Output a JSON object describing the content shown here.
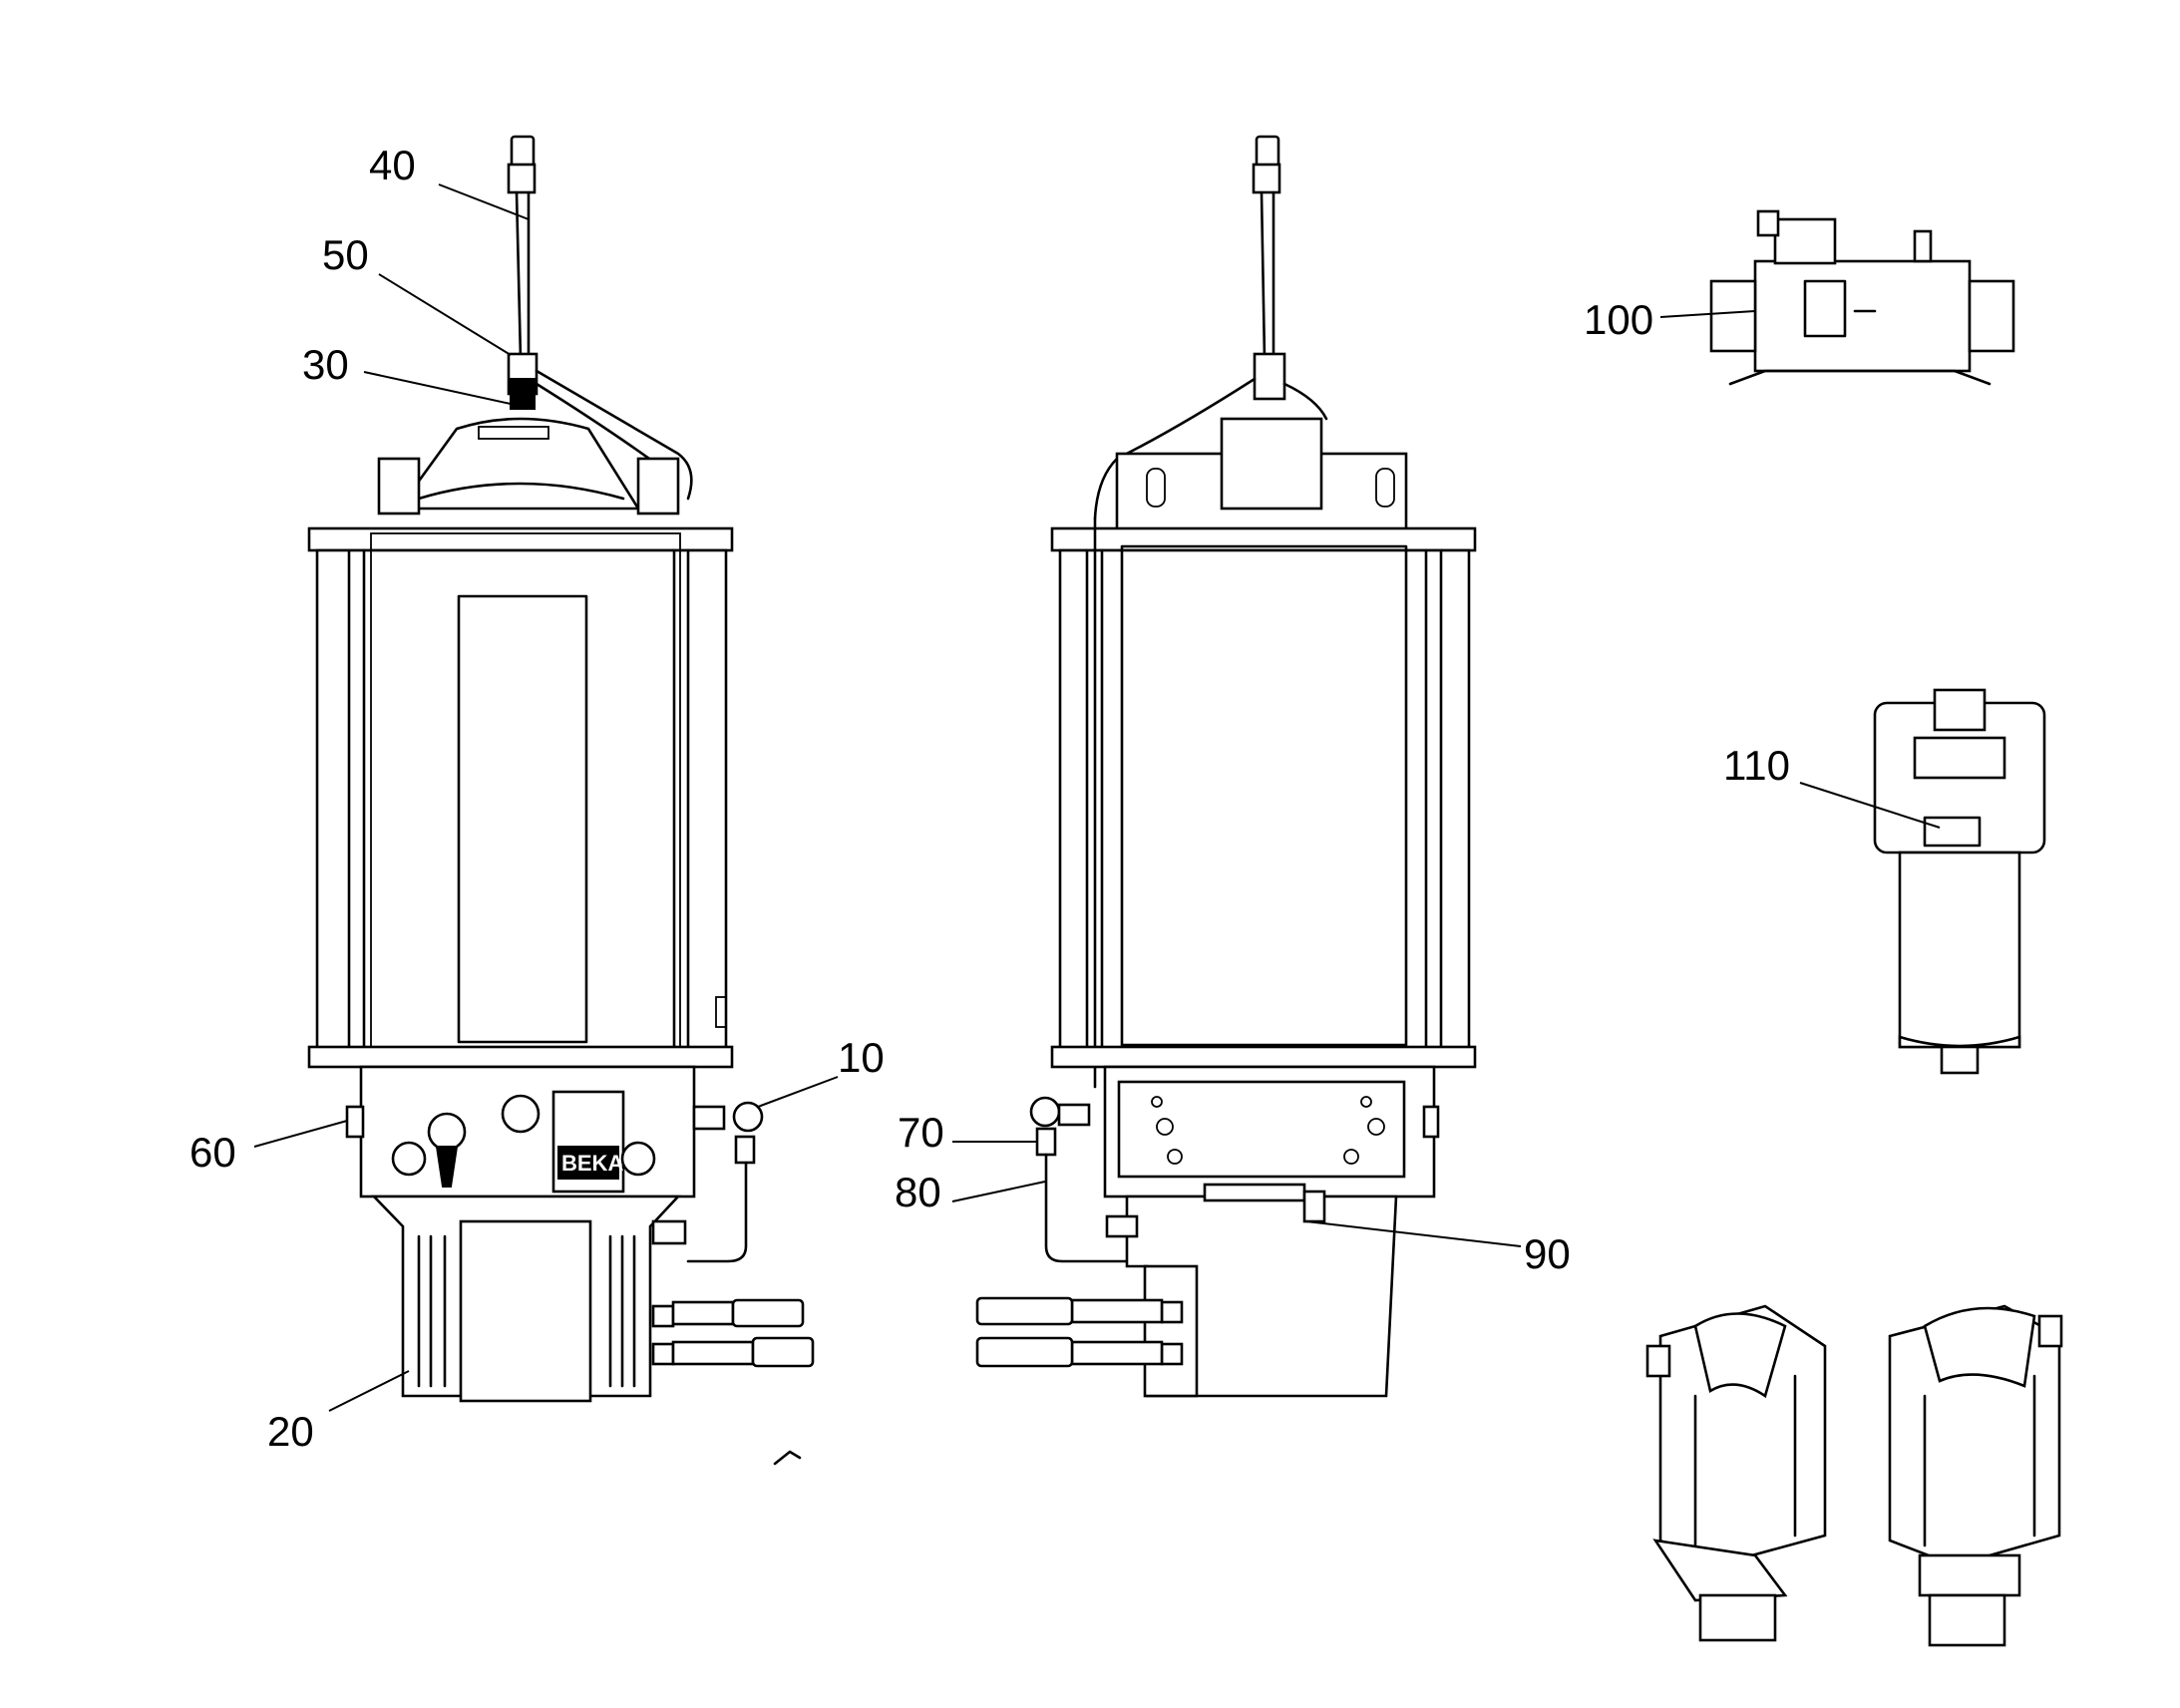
{
  "callouts": [
    {
      "id": "c40",
      "text": "40"
    },
    {
      "id": "c50",
      "text": "50"
    },
    {
      "id": "c30",
      "text": "30"
    },
    {
      "id": "c10",
      "text": "10"
    },
    {
      "id": "c60",
      "text": "60"
    },
    {
      "id": "c20",
      "text": "20"
    },
    {
      "id": "c70",
      "text": "70"
    },
    {
      "id": "c80",
      "text": "80"
    },
    {
      "id": "c90",
      "text": "90"
    },
    {
      "id": "c100",
      "text": "100"
    },
    {
      "id": "c110",
      "text": "110"
    }
  ],
  "plate_text": "BEKA",
  "colors": {
    "line": "#000000",
    "background": "#ffffff"
  }
}
